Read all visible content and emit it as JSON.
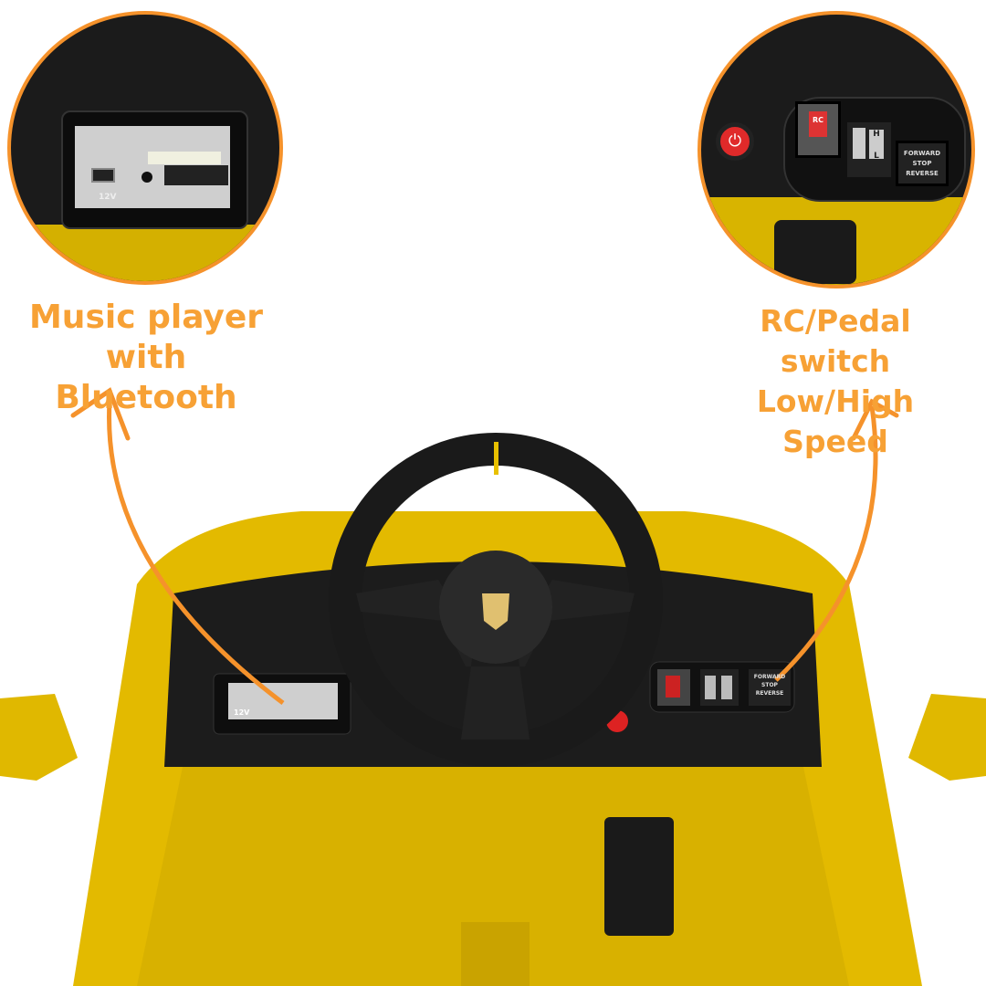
{
  "callouts": {
    "left": {
      "line1": "Music player",
      "line2": "with Bluetooth"
    },
    "right": {
      "line1": "RC/Pedal switch",
      "line2": "Low/High Speed"
    }
  },
  "music_panel": {
    "voltage": "12V"
  },
  "control_panel": {
    "rc_label": "RC",
    "speed_high": "H",
    "speed_low": "L",
    "direction_lines": [
      "FORWARD",
      "STOP",
      "REVERSE"
    ]
  },
  "colors": {
    "accent": "#f5922b",
    "car_body": "#e8c000",
    "dashboard": "#1c1c1c"
  }
}
